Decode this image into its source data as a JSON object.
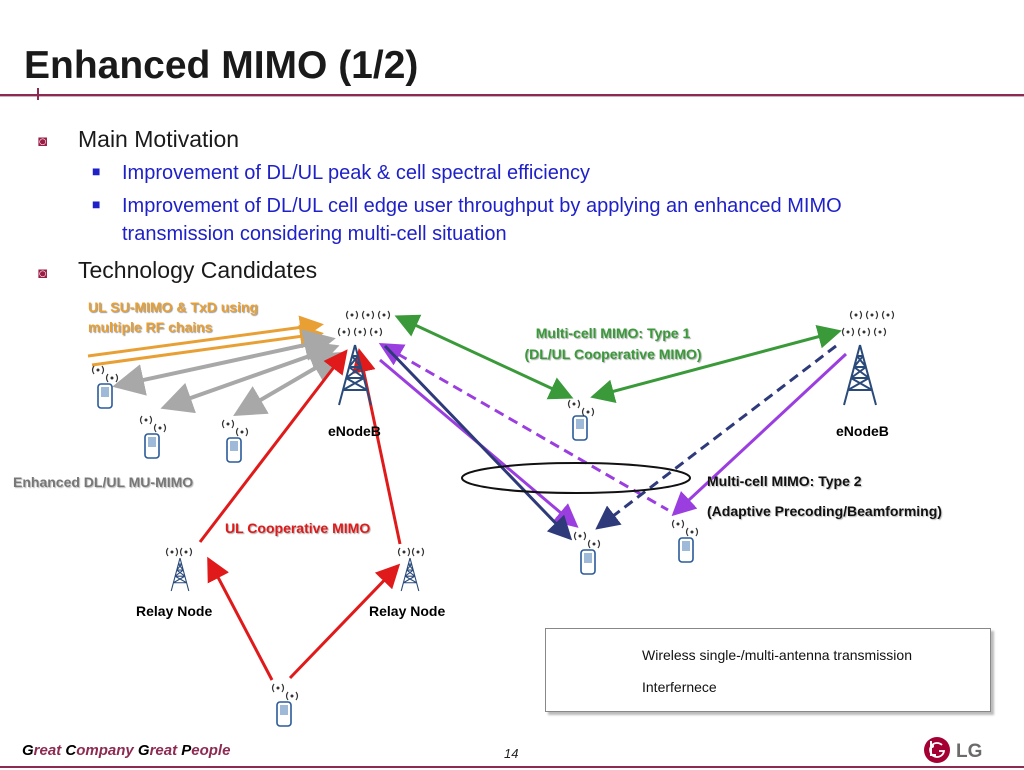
{
  "title": "Enhanced MIMO (1/2)",
  "bullets": {
    "main_motivation": "Main Motivation",
    "sub1": "Improvement of DL/UL peak & cell spectral efficiency",
    "sub2_line1": "Improvement of DL/UL cell edge user throughput by applying an enhanced MIMO",
    "sub2_line2": "transmission considering multi-cell situation",
    "technology_candidates": "Technology Candidates"
  },
  "diagram": {
    "ul_su_mimo_line1": "UL SU-MIMO & TxD using",
    "ul_su_mimo_line2": "multiple RF chains",
    "type1_line1": "Multi-cell MIMO: Type 1",
    "type1_line2": "(DL/UL Cooperative MIMO)",
    "enodeb_left": "eNodeB",
    "enodeb_right": "eNodeB",
    "enhanced_mu_mimo": "Enhanced DL/UL MU-MIMO",
    "type2_line1": "Multi-cell MIMO: Type 2",
    "type2_line2": "(Adaptive Precoding/Beamforming)",
    "ul_coop_mimo": "UL Cooperative MIMO",
    "relay_left": "Relay Node",
    "relay_right": "Relay Node",
    "colors": {
      "orange": "#e8a035",
      "green": "#3a9a3a",
      "gray": "#a8a8a8",
      "red": "#e01a1a",
      "navy": "#2e3a7a",
      "purple": "#9b3ee0"
    }
  },
  "legend": {
    "transmission": "Wireless single-/multi-antenna transmission",
    "interference": "Interfernece"
  },
  "footer": {
    "g1": "G",
    "w1": "reat ",
    "c1": "C",
    "w2": "ompany ",
    "g2": "G",
    "w3": "reat ",
    "p1": "P",
    "w4": "eople",
    "page_number": "14",
    "logo_text": "LG"
  }
}
